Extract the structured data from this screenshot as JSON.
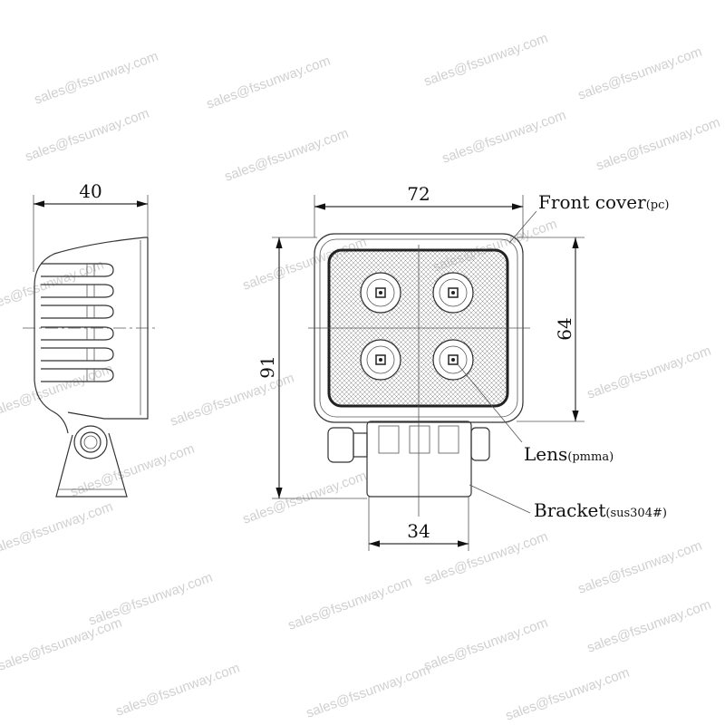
{
  "watermark": "sales@fssunway.com",
  "side_view": {
    "width_dim": "40"
  },
  "front_view": {
    "width_dim": "72",
    "lens_height_dim": "64",
    "total_height_dim": "91",
    "bracket_width_dim": "34"
  },
  "callouts": {
    "front_cover": {
      "label": "Front cover",
      "material": "(pc)"
    },
    "lens": {
      "label": "Lens",
      "material": "(pmma)"
    },
    "bracket": {
      "label": "Bracket",
      "material": "(sus304#)"
    }
  }
}
